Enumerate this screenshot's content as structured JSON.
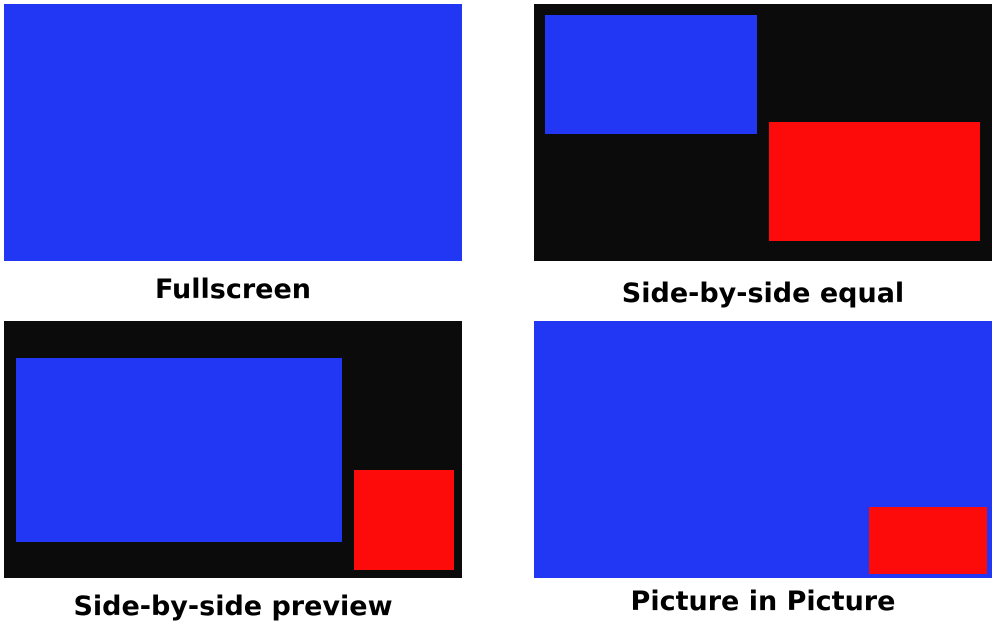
{
  "colors": {
    "background": "#ffffff",
    "panel_dark": "#0b0b0b",
    "primary_blue": "#2137f4",
    "secondary_red": "#fd0b0b"
  },
  "layouts": [
    {
      "id": "fullscreen",
      "caption": "Fullscreen"
    },
    {
      "id": "side-by-side-equal",
      "caption": "Side-by-side equal"
    },
    {
      "id": "side-by-side-preview",
      "caption": "Side-by-side preview"
    },
    {
      "id": "picture-in-picture",
      "caption": "Picture in Picture"
    }
  ]
}
